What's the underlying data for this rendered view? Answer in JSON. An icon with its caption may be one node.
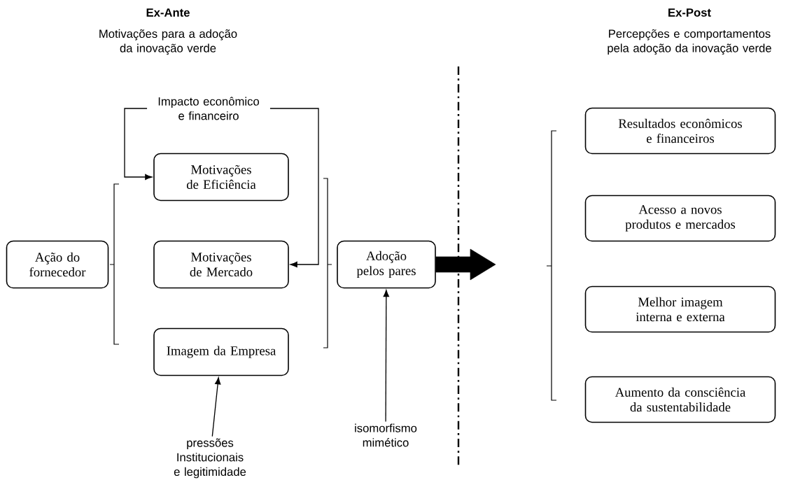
{
  "diagram": {
    "nodes": [
      {
        "text": [
          "Ação do fornecedor"
        ]
      },
      {
        "text": [
          "Impacto econômico e financeiro"
        ]
      },
      {
        "text": [
          "Motivações de Eficiência"
        ]
      },
      {
        "text": [
          "Motivações de Mercado"
        ]
      },
      {
        "text": [
          "Imagem da Empresa"
        ]
      },
      {
        "text": [
          "Adoção pelos pares"
        ]
      },
      {
        "text": [
          "Resultados econômicos e financeiros"
        ]
      },
      {
        "text": [
          "Acesso a novos produtos e mercados"
        ]
      },
      {
        "text": [
          "Melhor imagem interna e externa"
        ]
      },
      {
        "text": [
          "Aumento da consciência da sustentabilidade"
        ]
      },
      {
        "text": [
          "pressões Institucionais e legitimidade"
        ]
      },
      {
        "text": [
          "isomorfismo mimético"
        ]
      }
    ],
    "edges": [
      {
        "from": 1,
        "to": 2,
        "arrow": "to"
      },
      {
        "from": 1,
        "to": 3,
        "arrow": "to"
      },
      {
        "from": 10,
        "to": 4,
        "arrow": "to"
      },
      {
        "from": 11,
        "to": 5,
        "arrow": "to"
      },
      {
        "from": 5,
        "to": null,
        "arrow": "to",
        "style": "thick"
      }
    ],
    "labels": [
      "Ex-Ante",
      "Motivações para a adoção da inovação verde",
      "Ex-Post",
      "Percepções e comportamentos pela adoção da inovação verde"
    ]
  }
}
